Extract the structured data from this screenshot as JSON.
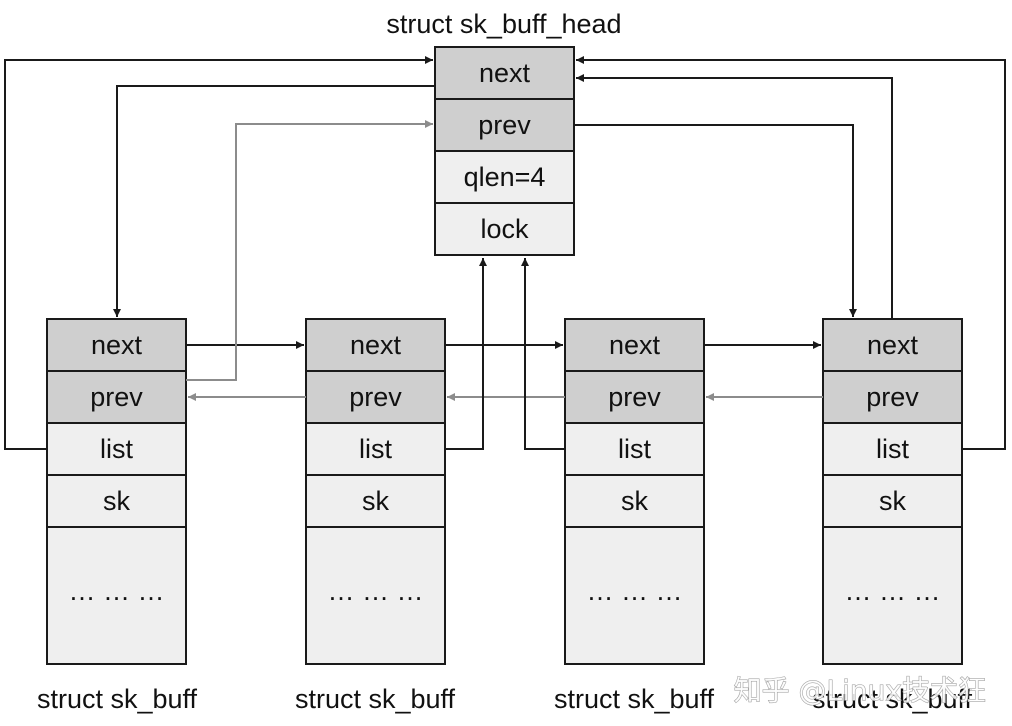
{
  "head": {
    "caption": "struct sk_buff_head",
    "fields": [
      "next",
      "prev",
      "qlen=4",
      "lock"
    ]
  },
  "nodes": [
    {
      "caption": "struct sk_buff",
      "fields": [
        "next",
        "prev",
        "list",
        "sk",
        "… … …"
      ]
    },
    {
      "caption": "struct sk_buff",
      "fields": [
        "next",
        "prev",
        "list",
        "sk",
        "… … …"
      ]
    },
    {
      "caption": "struct sk_buff",
      "fields": [
        "next",
        "prev",
        "list",
        "sk",
        "… … …"
      ]
    },
    {
      "caption": "struct sk_buff",
      "fields": [
        "next",
        "prev",
        "list",
        "sk",
        "… … …"
      ]
    }
  ],
  "watermark": "知乎 @Linux技术狂",
  "colors": {
    "pointer_field_fill": "#cfcfcf",
    "plain_field_fill": "#efefef",
    "next_arrow": "#1a1a1a",
    "prev_arrow": "#8c8c8c",
    "border": "#1a1a1a"
  }
}
